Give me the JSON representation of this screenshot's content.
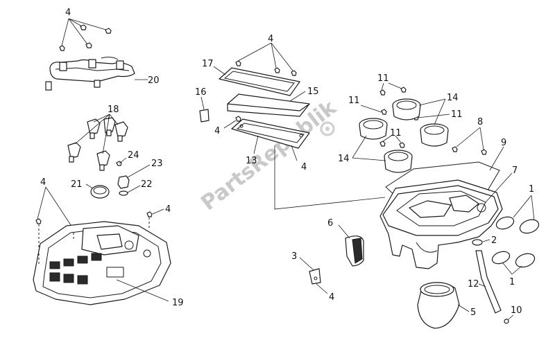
{
  "watermark": "PartsRepublik",
  "callouts": {
    "c4_top": "4",
    "c20": "20",
    "c18": "18",
    "c24": "24",
    "c23": "23",
    "c21": "21",
    "c22": "22",
    "c4_left": "4",
    "c4_right_cover": "4",
    "c19": "19",
    "c17": "17",
    "c4_frame_top": "4",
    "c16": "16",
    "c15": "15",
    "c4_mid": "4",
    "c13": "13",
    "c4_frame_right": "4",
    "c11_a": "11",
    "c11_b": "11",
    "c11_c": "11",
    "c11_d": "11",
    "c14_a": "14",
    "c14_b": "14",
    "c8": "8",
    "c9": "9",
    "c7": "7",
    "c1_a": "1",
    "c1_b": "1",
    "c6": "6",
    "c2": "2",
    "c3": "3",
    "c4_bottom": "4",
    "c12": "12",
    "c5": "5",
    "c10": "10"
  }
}
